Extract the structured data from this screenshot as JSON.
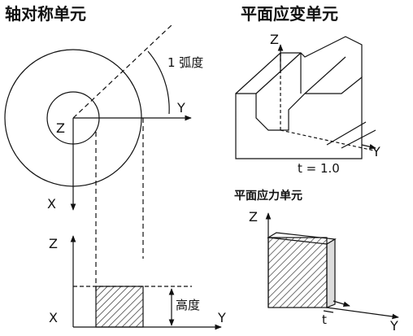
{
  "titles": {
    "axisymmetric": "轴对称单元",
    "plane_strain": "平面应变单元",
    "plane_stress": "平面应力单元"
  },
  "axisymmetric": {
    "angle_label": "1 弧度",
    "axis_y": "Y",
    "axis_z": "Z",
    "axis_x": "X",
    "lower_axis_z": "Z",
    "lower_axis_x": "X",
    "lower_axis_y": "Y",
    "height_label": "高度"
  },
  "plane_strain": {
    "axis_z": "Z",
    "axis_y": "Y",
    "thickness_label": "t = 1.0"
  },
  "plane_stress": {
    "axis_z": "Z",
    "axis_y": "Y",
    "thickness_label": "t"
  },
  "colors": {
    "line": "#111111",
    "hatch": "#333333"
  }
}
